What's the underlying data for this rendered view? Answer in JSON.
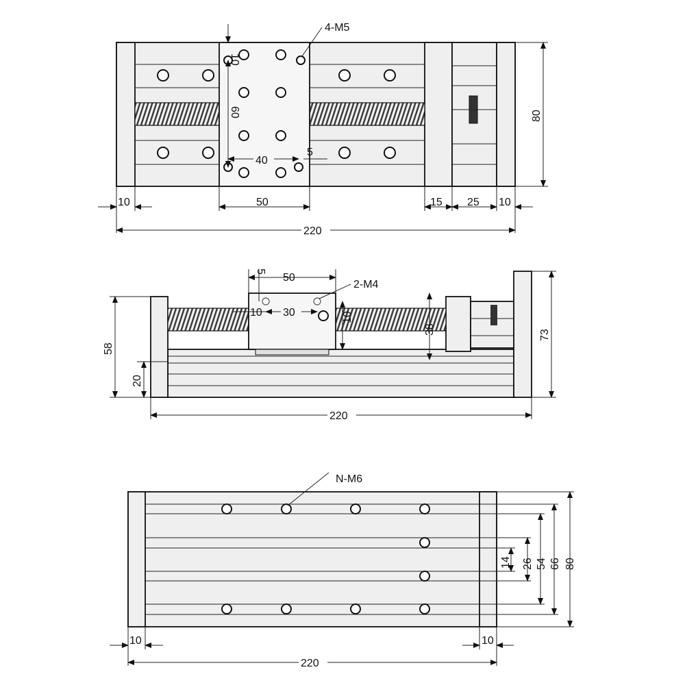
{
  "top_view": {
    "callout": "4-M5",
    "dims": {
      "v10": "10",
      "v60": "60",
      "h40": "40",
      "h5": "5",
      "width": "220",
      "height": "80",
      "plate": "50",
      "left_end": "10",
      "motor_gap": "15",
      "motor_block": "25",
      "right_end": "10"
    }
  },
  "side_view": {
    "callout": "2-M4",
    "dims": {
      "v5": "5",
      "h50": "50",
      "h10": "10",
      "h30": "30",
      "v10": "10",
      "v38": "38",
      "h58": "58",
      "v20": "20",
      "h73": "73",
      "width": "220"
    }
  },
  "bottom_view": {
    "callout": "N-M6",
    "dims": {
      "d14": "14",
      "d26": "26",
      "d54": "54",
      "d66": "66",
      "d80": "80",
      "left_end": "10",
      "right_end": "10",
      "width": "220"
    }
  }
}
